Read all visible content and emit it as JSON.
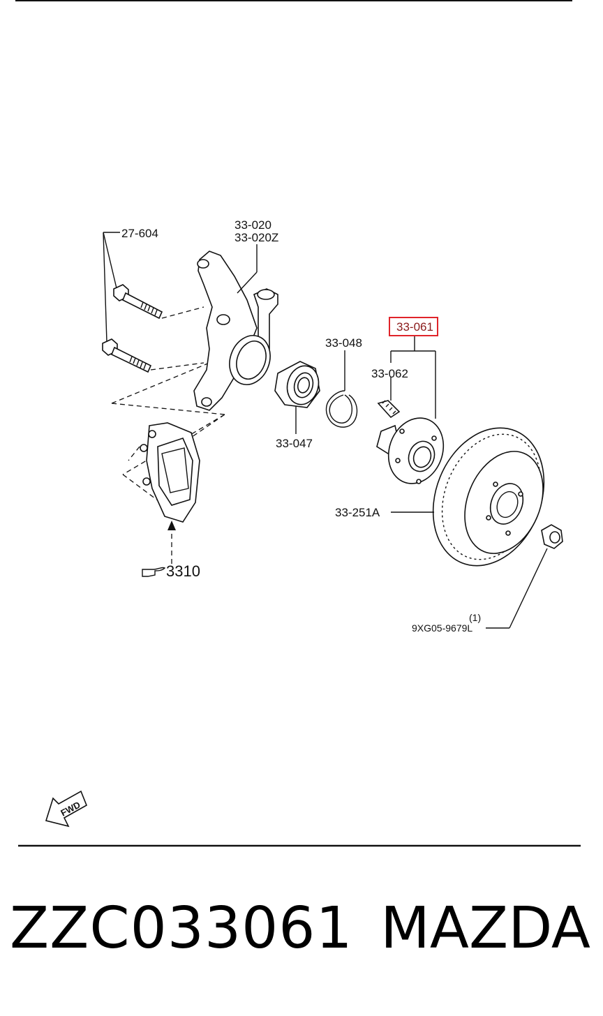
{
  "labels": {
    "bolt": "27-604",
    "knuckle_a": "33-020",
    "knuckle_b": "33-020Z",
    "hub_highlighted": "33-061",
    "snap_ring": "33-048",
    "hub_bolt": "33-062",
    "bearing": "33-047",
    "disc": "33-251A",
    "caliper_ref": "3310",
    "nut_qty": "(1)",
    "nut_part": "9XG05-9679L",
    "fwd": "FWD"
  },
  "footer": {
    "part_number": "ZZC033061",
    "brand": "MAZDA"
  },
  "colors": {
    "highlight_box": "#e0242a",
    "line": "#111111"
  },
  "icons": [
    "pointing-hand-icon",
    "fwd-arrow-icon"
  ]
}
